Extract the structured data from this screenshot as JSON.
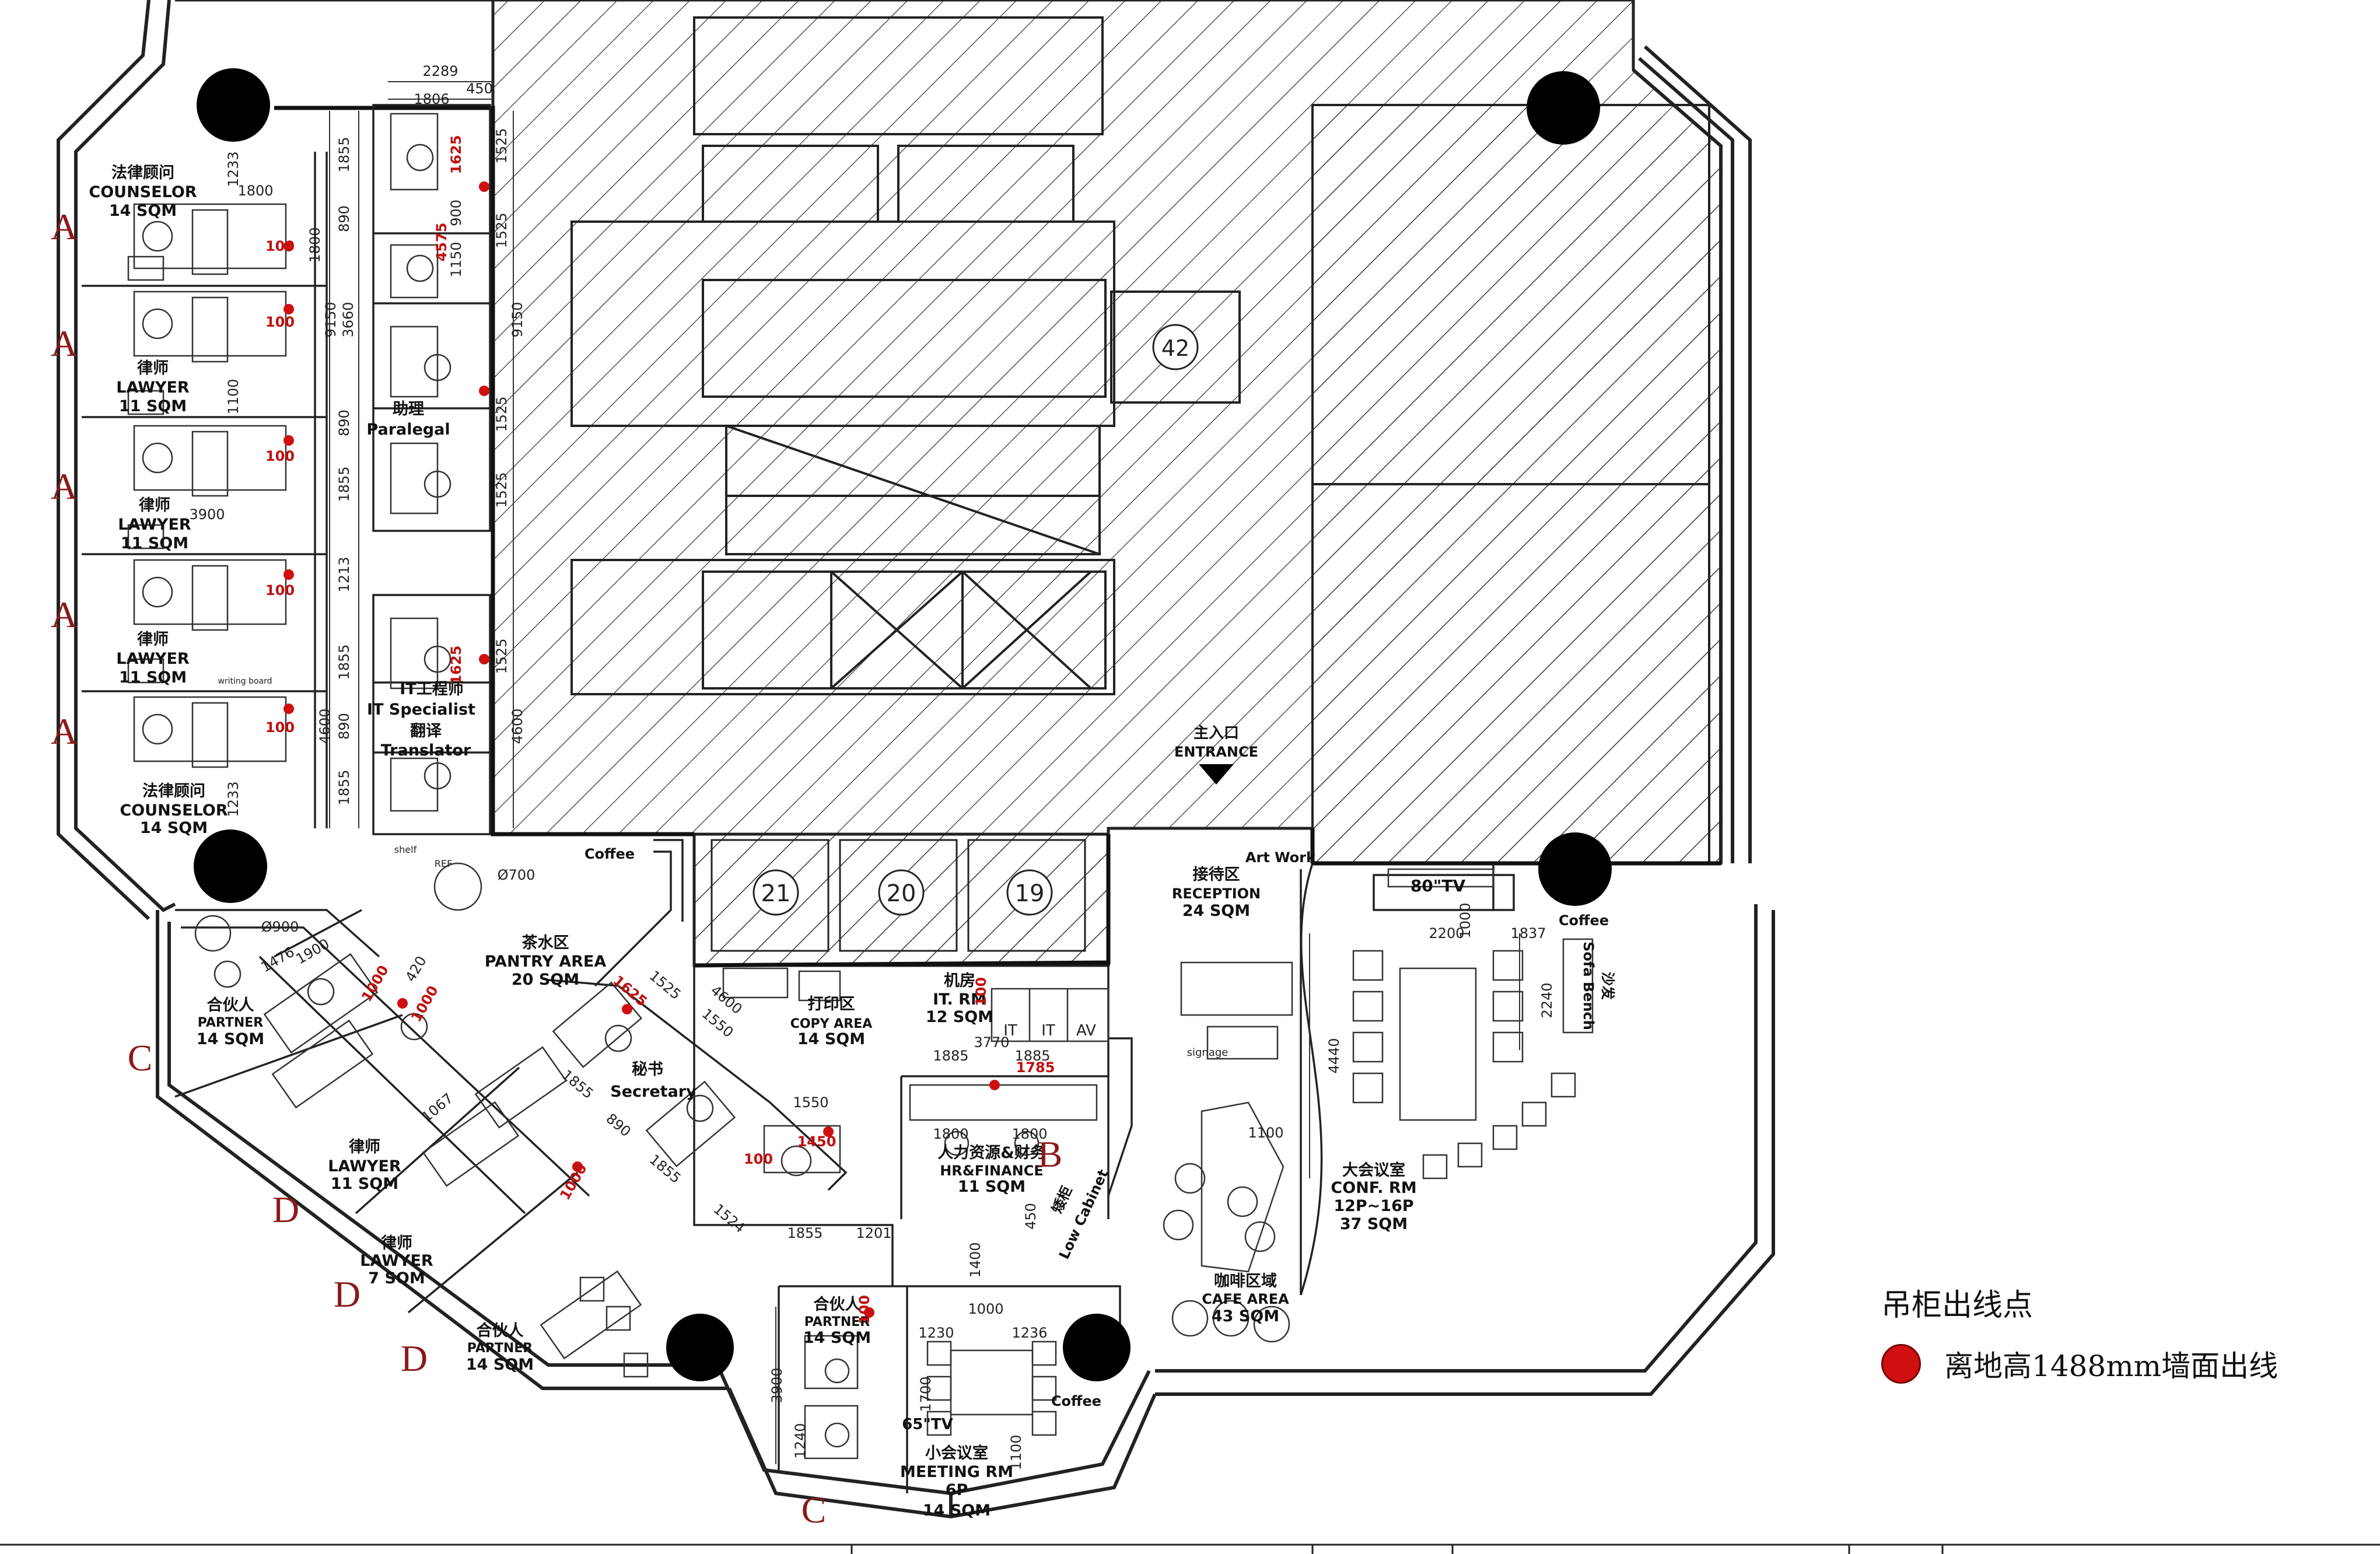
{
  "legend": {
    "title": "吊柜出线点",
    "item_label": "离地高1488mm墙面出线",
    "item_color": "#d01010"
  },
  "rooms": {
    "counselor_top": {
      "cn": "法律顾问",
      "en": "COUNSELOR",
      "area": "14 SQM"
    },
    "lawyer_1": {
      "cn": "律师",
      "en": "LAWYER",
      "area": "11 SQM"
    },
    "lawyer_2": {
      "cn": "律师",
      "en": "LAWYER",
      "area": "11 SQM"
    },
    "lawyer_3": {
      "cn": "律师",
      "en": "LAWYER",
      "area": "11 SQM"
    },
    "counselor_bottom": {
      "cn": "法律顾问",
      "en": "COUNSELOR",
      "area": "14 SQM"
    },
    "paralegal": {
      "cn": "助理",
      "en": "Paralegal"
    },
    "it_specialist": {
      "cn": "IT工程师",
      "en": "IT Specialist"
    },
    "translator": {
      "cn": "翻译",
      "en": "Translator"
    },
    "pantry": {
      "cn": "茶水区",
      "en": "PANTRY AREA",
      "area": "20 SQM"
    },
    "partner_left": {
      "cn": "合伙人",
      "en": "PARTNER",
      "area": "14 SQM"
    },
    "lawyer_4": {
      "cn": "律师",
      "en": "LAWYER",
      "area": "11 SQM"
    },
    "lawyer_5": {
      "cn": "律师",
      "en": "LAWYER",
      "area": "7 SQM"
    },
    "partner_bottom": {
      "cn": "合伙人",
      "en": "PARTNER",
      "area": "14 SQM"
    },
    "secretary": {
      "cn": "秘书",
      "en": "Secretary"
    },
    "copy_area": {
      "cn": "打印区",
      "en": "COPY AREA",
      "area": "14 SQM"
    },
    "it_room": {
      "cn": "机房",
      "en": "IT. RM",
      "area": "12 SQM"
    },
    "hr_finance": {
      "cn": "人力资源&财务",
      "en": "HR&FINANCE",
      "area": "11 SQM"
    },
    "partner_center": {
      "cn": "合伙人",
      "en": "PARTNER",
      "area": "14 SQM"
    },
    "meeting_room": {
      "cn": "小会议室",
      "en": "MEETING RM",
      "cap": "6P",
      "area": "14 SQM"
    },
    "reception": {
      "cn": "接待区",
      "en": "RECEPTION",
      "area": "24 SQM"
    },
    "cafe": {
      "cn": "咖啡区域",
      "en": "CAFE AREA",
      "area": "43 SQM"
    },
    "conf_room": {
      "cn": "大会议室",
      "en": "CONF. RM",
      "cap": "12P~16P",
      "area": "37 SQM"
    }
  },
  "labels": {
    "entrance_cn": "主入口",
    "entrance_en": "ENTRANCE",
    "art_work": "Art Work",
    "tv_80": "80\"TV",
    "tv_65": "65\"TV",
    "coffee": "Coffee",
    "sofa_bench": "Sofa Bench",
    "sofa_cn": "沙发",
    "low_cabinet": "Low Cabinet",
    "low_cabinet_cn": "矮柜",
    "signage": "signage",
    "writing_board": "writing board",
    "ref": "REF",
    "shelf": "shelf",
    "lift_21": "21",
    "lift_20": "20",
    "lift_19": "19",
    "stair_42": "42",
    "it_1": "IT",
    "it_2": "IT",
    "av": "AV"
  },
  "markers": [
    "A",
    "A",
    "A",
    "A",
    "A",
    "B",
    "C",
    "D",
    "D",
    "D",
    "C"
  ],
  "dims": {
    "d2289": "2289",
    "d1806": "1806",
    "d450": "450",
    "d1233a": "1233",
    "d1800a": "1800",
    "d1855a": "1855",
    "d890a": "890",
    "d1800b": "1800",
    "d9150": "9150",
    "d3660": "3660",
    "d1100": "1100",
    "d890b": "890",
    "d1855b": "1855",
    "d3900": "3900",
    "d1213": "1213",
    "d1855c": "1855",
    "d4600": "4600",
    "d890c": "890",
    "d1855d": "1855",
    "d1233b": "1233",
    "d1525a": "1525",
    "d1525b": "1525",
    "d9150b": "9150",
    "d1525c": "1525",
    "d1525d": "1525",
    "d1525e": "1525",
    "d4600b": "4600",
    "d1150": "1150",
    "d900": "900",
    "d700": "Ø700",
    "d900b": "Ø900",
    "d1476": "1476",
    "d1900": "1900",
    "d420": "420",
    "d1067": "1067",
    "d1525f": "1525",
    "d1550": "1550",
    "d4600c": "4600",
    "d1855e": "1855",
    "d890d": "890",
    "d1855f": "1855",
    "d1524": "1524",
    "d1550b": "1550",
    "d1855g": "1855",
    "d1201": "1201",
    "d1885a": "1885",
    "d3770": "3770",
    "d1885b": "1885",
    "d1800c": "1800",
    "d1800d": "1800",
    "d1400": "1400",
    "d450b": "450",
    "d1100b": "1100",
    "d2200": "2200",
    "d1000": "1000",
    "d1837": "1837",
    "d2240": "2240",
    "d4440": "4440",
    "d1000b": "1000",
    "d1230": "1230",
    "d1236": "1236",
    "d1700": "1700",
    "d3900b": "3900",
    "d1240": "1240",
    "d1100c": "1100"
  },
  "red_dims": {
    "r1625a": "1625",
    "r4575": "4575",
    "r1625b": "1625",
    "r1785": "1785",
    "r1450": "1450",
    "r100a": "100",
    "r100b": "100",
    "r100c": "100",
    "r100d": "100",
    "r100e": "100",
    "r1000a": "1000",
    "r1000b": "1000",
    "r1000c": "1000",
    "r1625c": "1625",
    "r100f": "100",
    "r100g": "100",
    "r100h": "100"
  }
}
